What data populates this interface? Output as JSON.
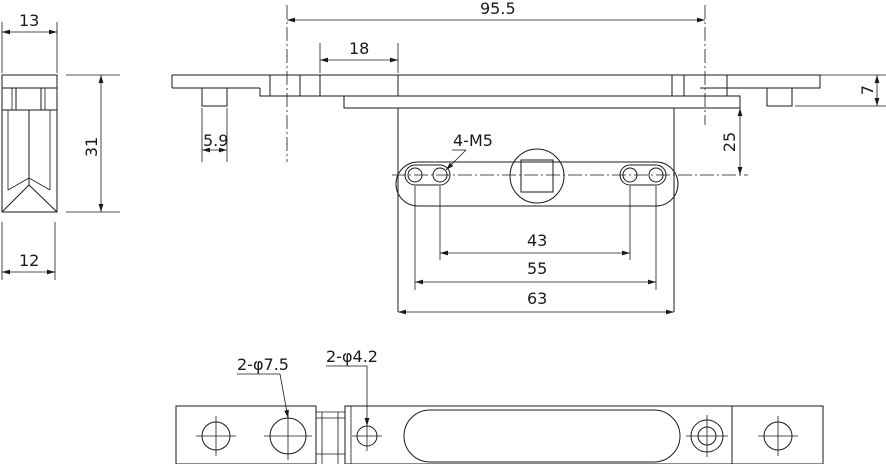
{
  "dimensions": {
    "side_top_width": "13",
    "side_bottom_width": "12",
    "side_height": "31",
    "overall_length": "95.5",
    "offset_18": "18",
    "leg_5_9": "5.9",
    "plate_thickness": "7",
    "plate_depth": "25",
    "hole_spacing_43": "43",
    "slot_span_55": "55",
    "body_width_63": "63"
  },
  "callouts": {
    "thread": "4-M5",
    "hole_large": "2-φ7.5",
    "hole_small": "2-φ4.2"
  }
}
